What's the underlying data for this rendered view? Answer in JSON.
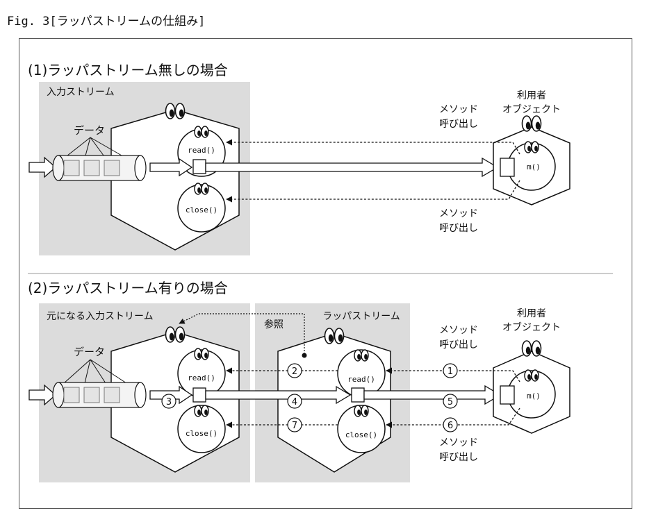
{
  "caption": "Fig. 3[ラッパストリームの仕組み]",
  "section1": {
    "title": "(1)ラッパストリーム無しの場合",
    "stream_label": "入力ストリーム",
    "data_label": "データ",
    "user_label_1": "利用者",
    "user_label_2": "オブジェクト",
    "method_call_top_1": "メソッド",
    "method_call_top_2": "呼び出し",
    "method_call_bottom_1": "メソッド",
    "method_call_bottom_2": "呼び出し",
    "read_method": "read()",
    "close_method": "close()",
    "user_method": "m()"
  },
  "section2": {
    "title": "(2)ラッパストリーム有りの場合",
    "stream_label": "元になる入力ストリーム",
    "data_label": "データ",
    "ref_label": "参照",
    "wrapper_label": "ラッパストリーム",
    "user_label_1": "利用者",
    "user_label_2": "オブジェクト",
    "method_call_top_1": "メソッド",
    "method_call_top_2": "呼び出し",
    "method_call_bottom_1": "メソッド",
    "method_call_bottom_2": "呼び出し",
    "read_method": "read()",
    "close_method": "close()",
    "wrapper_read": "read()",
    "wrapper_close": "close()",
    "user_method": "m()",
    "steps": [
      "1",
      "2",
      "3",
      "4",
      "5",
      "6",
      "7"
    ]
  }
}
